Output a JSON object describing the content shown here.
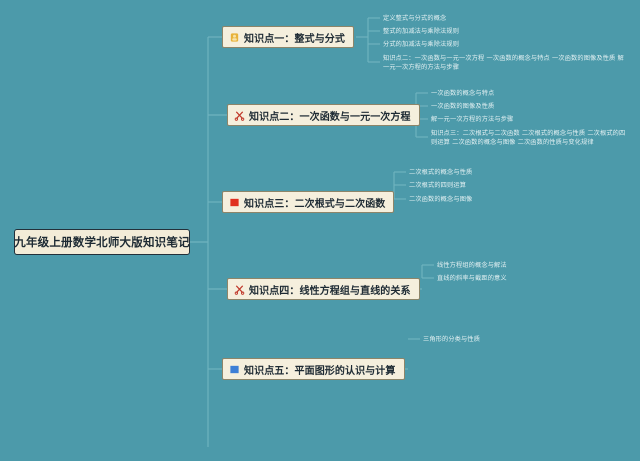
{
  "canvas": {
    "background_color": "#4c9aaa",
    "wire_color": "#6fb3bf",
    "node_fill": "#f5efdd",
    "node_text_color": "#1d2a33",
    "leaf_text_color": "#e4f1f3"
  },
  "root": {
    "title": "九年级上册数学北师大版知识笔记"
  },
  "branches": [
    {
      "id": "topic-1",
      "label": "知识点一：整式与分式",
      "icon": "orange-badge-icon",
      "icon_color": "#e8b23a",
      "children": [
        {
          "text": "定义整式与分式的概念"
        },
        {
          "text": "整式的加减法与乘除法规则"
        },
        {
          "text": "分式的加减法与乘除法规则"
        },
        {
          "text": "知识点二：一次函数与一元一次方程 一次函数的概念与特点 一次函数的图像及性质 解一元一次方程的方法与步骤"
        }
      ]
    },
    {
      "id": "topic-2",
      "label": "知识点二：一次函数与一元一次方程",
      "icon": "red-scissors-icon",
      "icon_color": "#c0392b",
      "children": [
        {
          "text": "一次函数的概念与特点"
        },
        {
          "text": "一次函数的图像及性质"
        },
        {
          "text": "解一元一次方程的方法与步骤"
        },
        {
          "text": "知识点三：二次根式与二次函数 二次根式的概念与性质 二次根式的四则运算 二次函数的概念与图像 二次函数的性质与变化规律"
        }
      ]
    },
    {
      "id": "topic-3",
      "label": "知识点三：二次根式与二次函数",
      "icon": "red-flag-icon",
      "icon_color": "#e03020",
      "children": [
        {
          "text": "二次根式的概念与性质"
        },
        {
          "text": "二次根式的四则运算"
        },
        {
          "text": "二次函数的概念与图像"
        }
      ]
    },
    {
      "id": "topic-4",
      "label": "知识点四：线性方程组与直线的关系",
      "icon": "red-scissors-icon",
      "icon_color": "#c0392b",
      "children": [
        {
          "text": "线性方程组的概念与解法"
        },
        {
          "text": "直线的斜率与截距的意义"
        }
      ]
    },
    {
      "id": "topic-5",
      "label": "知识点五：平面图形的认识与计算",
      "icon": "blue-square-icon",
      "icon_color": "#3d7fd6",
      "children": [
        {
          "text": "三角形的分类与性质"
        }
      ]
    }
  ]
}
